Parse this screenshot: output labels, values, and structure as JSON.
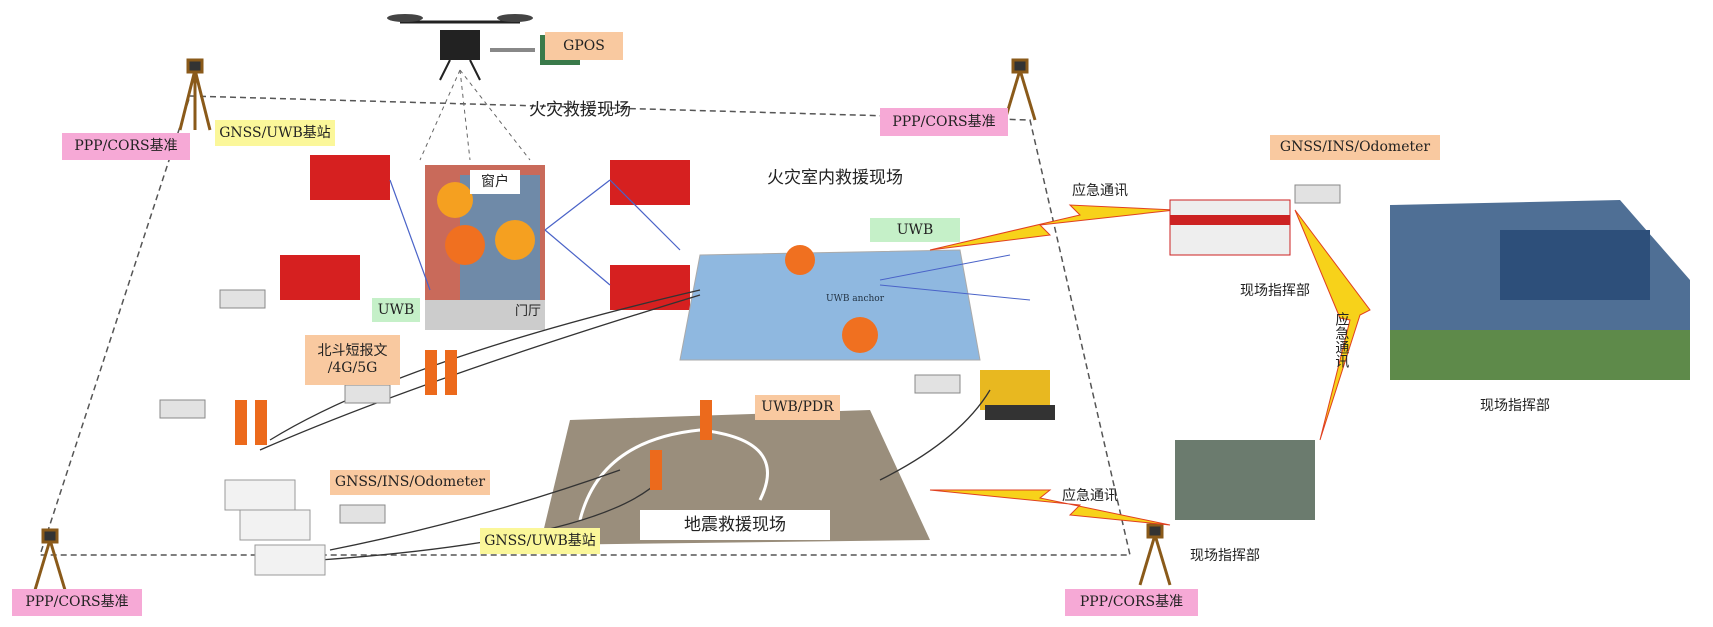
{
  "labels": {
    "gpos": "GPOS",
    "cors_top_left": "PPP/CORS基准",
    "cors_top_right": "PPP/CORS基准",
    "cors_bottom_left": "PPP/CORS基准",
    "cors_bottom_right": "PPP/CORS基准",
    "gnss_uwb_top": "GNSS/UWB基站",
    "gnss_uwb_bottom": "GNSS/UWB基站",
    "fire_scene": "火灾救援现场",
    "window": "窗户",
    "lobby": "门厅",
    "indoor_fire_scene": "火灾室内救援现场",
    "uwb_indoor": "UWB",
    "uwb_building": "UWB",
    "uwb_anchor": "UWB anchor",
    "beidou": "北斗短报文\n/4G/5G",
    "uwb_pdr": "UWB/PDR",
    "gnss_ins_left": "GNSS/INS/Odometer",
    "gnss_ins_right": "GNSS/INS/Odometer",
    "earthquake_scene": "地震救援现场",
    "emergency_comm_top": "应急通讯",
    "emergency_comm_bottom": "应急通讯",
    "emergency_comm_vertical": "应急通讯",
    "command_van": "现场指挥部",
    "command_hq": "现场指挥部",
    "command_tent": "现场指挥部"
  },
  "colors": {
    "pink": "#f6a9d6",
    "orange": "#f9c9a0",
    "yellow": "#fbf79a",
    "green": "#c5f0c8",
    "fire": "#e8401c",
    "link": "#4a63c8"
  }
}
